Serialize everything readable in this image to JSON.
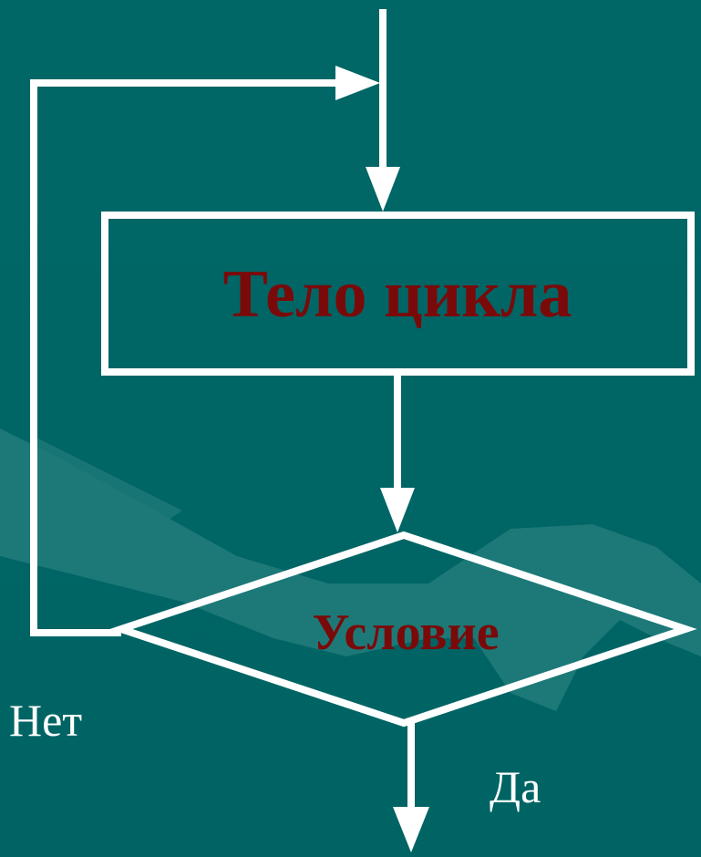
{
  "diagram": {
    "body_label": "Тело цикла",
    "condition_label": "Условие",
    "no_label": "Нет",
    "yes_label": "Да"
  },
  "colors": {
    "background": "#006666",
    "lines": "#ffffff",
    "label_text": "#7a0a0a",
    "branch_text": "#ffffff"
  }
}
